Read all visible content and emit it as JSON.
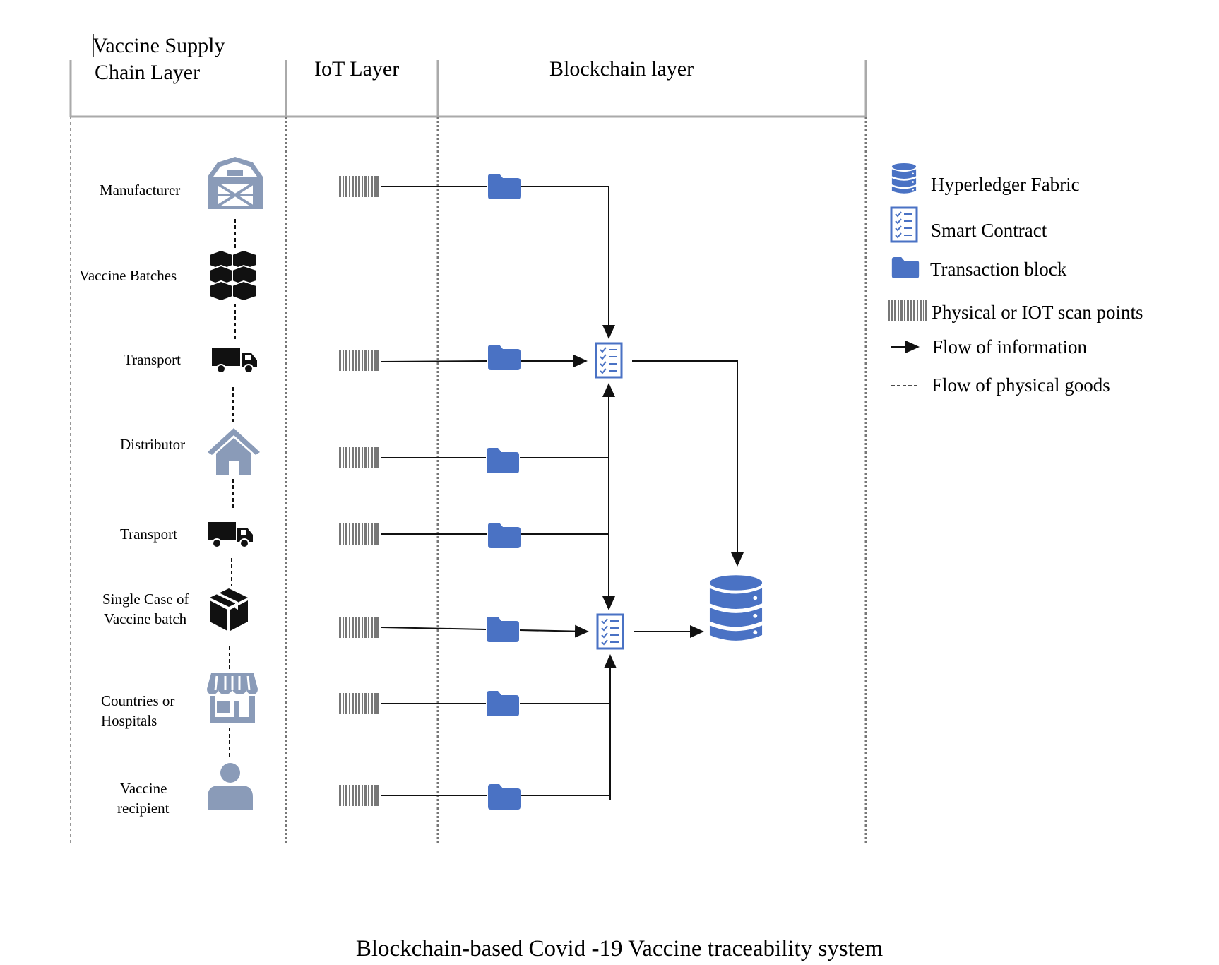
{
  "headers": {
    "supply_chain_line1": "Vaccine Supply",
    "supply_chain_line2": "Chain Layer",
    "iot": "IoT Layer",
    "blockchain": "Blockchain layer"
  },
  "stages": [
    {
      "label_lines": [
        "Manufacturer"
      ],
      "icon": "barn-icon"
    },
    {
      "label_lines": [
        "Vaccine Batches"
      ],
      "icon": "boxes-stack-icon"
    },
    {
      "label_lines": [
        "Transport"
      ],
      "icon": "truck-icon"
    },
    {
      "label_lines": [
        "Distributor"
      ],
      "icon": "house-icon"
    },
    {
      "label_lines": [
        "Transport"
      ],
      "icon": "truck-icon"
    },
    {
      "label_lines": [
        "Single Case of",
        "Vaccine batch"
      ],
      "icon": "package-icon"
    },
    {
      "label_lines": [
        "Countries or",
        "Hospitals"
      ],
      "icon": "storefront-icon"
    },
    {
      "label_lines": [
        "Vaccine",
        "recipient"
      ],
      "icon": "person-icon"
    }
  ],
  "legend": [
    {
      "icon": "database-icon",
      "label": "Hyperledger Fabric"
    },
    {
      "icon": "checklist-icon",
      "label": "Smart Contract"
    },
    {
      "icon": "folder-icon",
      "label": "Transaction block"
    },
    {
      "icon": "barcode-icon",
      "label": "Physical or IOT scan points"
    },
    {
      "icon": "arrow-icon",
      "label": "Flow of information"
    },
    {
      "icon": "dashed-line-icon",
      "label": "Flow of physical goods"
    }
  ],
  "caption": "Blockchain-based Covid -19 Vaccine traceability system",
  "colors": {
    "icon_blue": "#4a72c4",
    "icon_gray": "#8a9bb8",
    "line": "#111111",
    "grid": "#aaaaaa"
  }
}
